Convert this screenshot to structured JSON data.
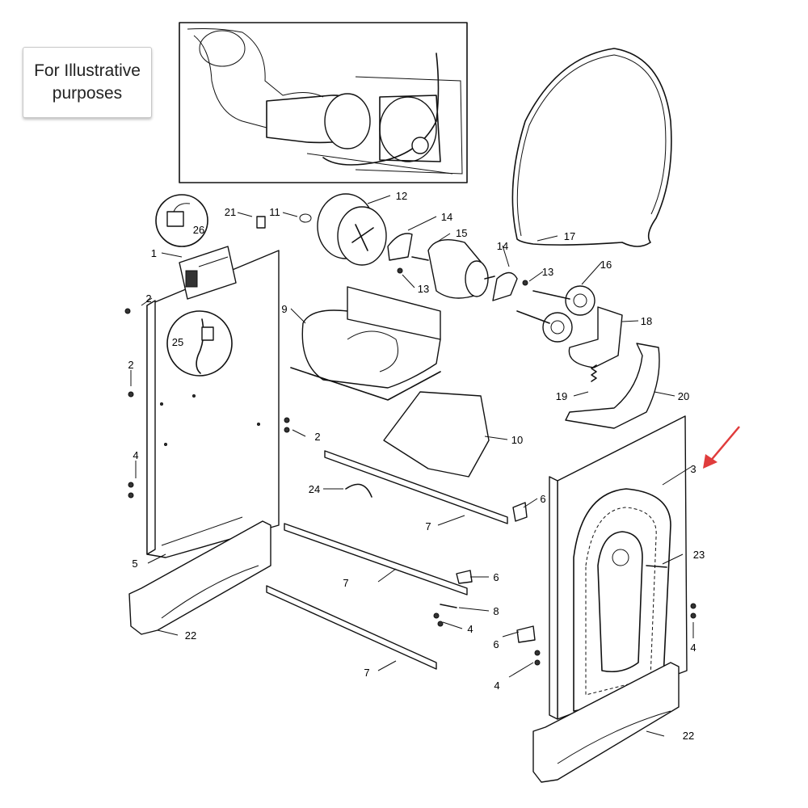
{
  "disclaimer_text": "For Illustrative\npurposes",
  "pointer_color": "#e03c3c",
  "callouts": {
    "c1": "1",
    "c2a": "2",
    "c2b": "2",
    "c2c": "2",
    "c3": "3",
    "c4a": "4",
    "c4b": "4",
    "c4c": "4",
    "c4d": "4",
    "c5": "5",
    "c6a": "6",
    "c6b": "6",
    "c6c": "6",
    "c7a": "7",
    "c7b": "7",
    "c7c": "7",
    "c8": "8",
    "c9": "9",
    "c10": "10",
    "c11": "11",
    "c12": "12",
    "c13a": "13",
    "c13b": "13",
    "c14a": "14",
    "c14b": "14",
    "c15": "15",
    "c16": "16",
    "c17": "17",
    "c18": "18",
    "c19": "19",
    "c20": "20",
    "c21": "21",
    "c22a": "22",
    "c22b": "22",
    "c23": "23",
    "c24": "24",
    "c25": "25",
    "c26": "26"
  }
}
